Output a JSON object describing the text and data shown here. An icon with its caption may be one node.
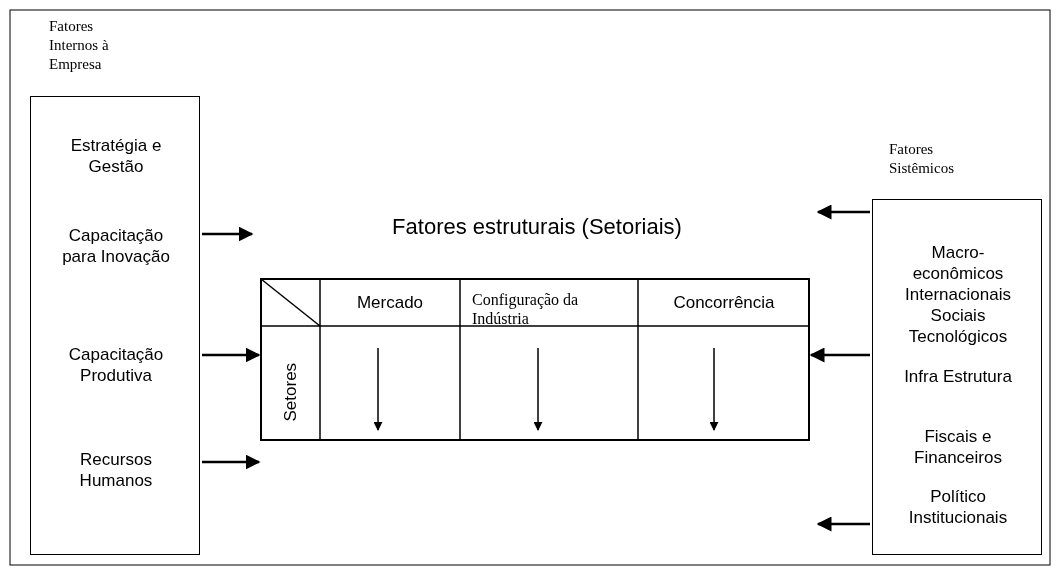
{
  "diagram": {
    "nodes": [
      {
        "text": [
          "Fatores Internos à Empresa",
          "Estratégia e Gestão",
          "Capacitação para Inovação",
          "Capacitação Produtiva",
          "Recursos Humanos"
        ]
      },
      {
        "text": [
          "Fatores estruturais (Setoriais)"
        ]
      },
      {
        "text": [
          "Fatores Sistêmicos",
          "Macro-econômicos",
          "Internacionais",
          "Sociais",
          "Tecnológicos",
          "Infra Estrutura",
          "Fiscais e Financeiros",
          "Político Institucionais"
        ]
      }
    ],
    "edges": [
      {
        "from": 0,
        "to": null,
        "arrow": "to"
      },
      {
        "from": 0,
        "to": 1,
        "arrow": "to"
      },
      {
        "from": 0,
        "to": 1,
        "arrow": "to"
      },
      {
        "from": 2,
        "to": null,
        "arrow": "to"
      },
      {
        "from": 2,
        "to": 1,
        "arrow": "to"
      },
      {
        "from": 2,
        "to": null,
        "arrow": "to"
      }
    ],
    "labels": [
      "Mercado",
      "Configuração da Indústria",
      "Concorrência",
      "Setores"
    ]
  }
}
